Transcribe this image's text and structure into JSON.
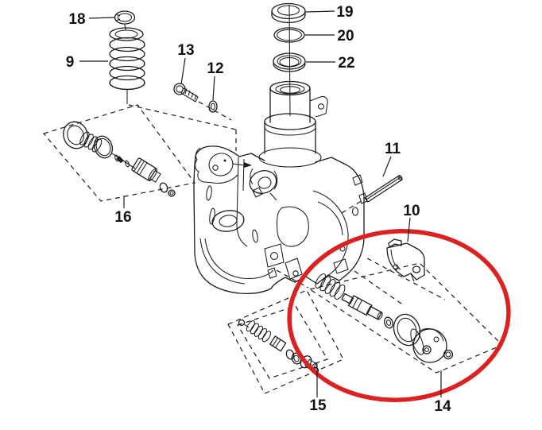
{
  "diagram": {
    "type": "exploded-parts-diagram",
    "background": "#ffffff",
    "colors": {
      "line": "#1b1b1b",
      "highlight_red": "#dd2020"
    },
    "highlight": {
      "shape": "ellipse",
      "encircled_part_labels": [
        "14",
        "15"
      ],
      "stroke_width": 5.5
    },
    "parts": {
      "9": {
        "label": "9"
      },
      "10": {
        "label": "10"
      },
      "11": {
        "label": "11"
      },
      "12": {
        "label": "12"
      },
      "13": {
        "label": "13"
      },
      "14": {
        "label": "14"
      },
      "15": {
        "label": "15"
      },
      "16": {
        "label": "16"
      },
      "18": {
        "label": "18"
      },
      "19": {
        "label": "19"
      },
      "20": {
        "label": "20"
      },
      "22": {
        "label": "22"
      }
    }
  }
}
